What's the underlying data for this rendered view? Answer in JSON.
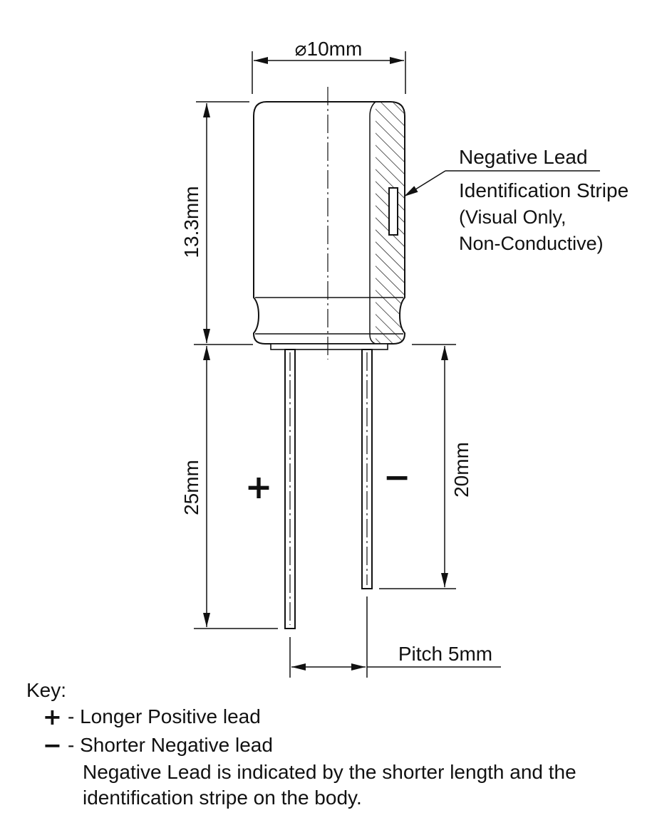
{
  "diagram": {
    "diameter_label": "⌀10mm",
    "body_height_label": "13.3mm",
    "positive_lead_length_label": "25mm",
    "negative_lead_length_label": "20mm",
    "pitch_label": "Pitch 5mm",
    "positive_sign": "+",
    "negative_sign": "−",
    "stripe_callout": {
      "line1": "Negative Lead",
      "line2": "Identification Stripe",
      "line3": "(Visual Only,",
      "line4": "Non-Conductive)"
    }
  },
  "key": {
    "title": "Key:",
    "items": [
      {
        "symbol": "+",
        "text": "- Longer Positive lead"
      },
      {
        "symbol": "−",
        "text": "- Shorter Negative lead"
      }
    ],
    "note_line1": "Negative Lead is indicated by the shorter length and the",
    "note_line2": "identification stripe on the body."
  }
}
